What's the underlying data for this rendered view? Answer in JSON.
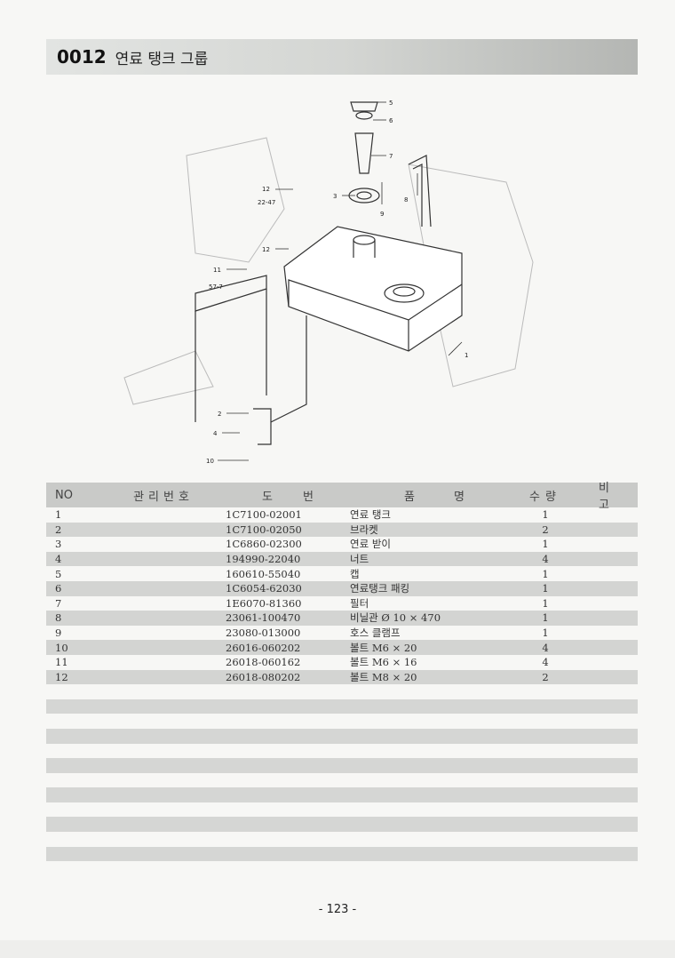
{
  "header": {
    "code": "0012",
    "title": "연료 탱크 그룹"
  },
  "diagram": {
    "callouts": [
      "1",
      "2",
      "3",
      "4",
      "5",
      "6",
      "7",
      "8",
      "9",
      "10",
      "11",
      "12",
      "12",
      "22-47",
      "57-7"
    ]
  },
  "table": {
    "columns": [
      "NO",
      "관리번호",
      "도 번",
      "품 명",
      "수량",
      "비 고"
    ],
    "rows": [
      {
        "no": "1",
        "mgmt": "",
        "drawing": "1C7100-02001",
        "name": "연료 탱크",
        "qty": "1",
        "remark": ""
      },
      {
        "no": "2",
        "mgmt": "",
        "drawing": "1C7100-02050",
        "name": "브라켓",
        "qty": "2",
        "remark": ""
      },
      {
        "no": "3",
        "mgmt": "",
        "drawing": "1C6860-02300",
        "name": "연료 받이",
        "qty": "1",
        "remark": ""
      },
      {
        "no": "4",
        "mgmt": "",
        "drawing": "194990-22040",
        "name": "너트",
        "qty": "4",
        "remark": ""
      },
      {
        "no": "5",
        "mgmt": "",
        "drawing": "160610-55040",
        "name": "캡",
        "qty": "1",
        "remark": ""
      },
      {
        "no": "6",
        "mgmt": "",
        "drawing": "1C6054-62030",
        "name": "연료탱크 패킹",
        "qty": "1",
        "remark": ""
      },
      {
        "no": "7",
        "mgmt": "",
        "drawing": "1E6070-81360",
        "name": "필터",
        "qty": "1",
        "remark": ""
      },
      {
        "no": "8",
        "mgmt": "",
        "drawing": "23061-100470",
        "name": "비닐관 Ø 10 × 470",
        "qty": "1",
        "remark": ""
      },
      {
        "no": "9",
        "mgmt": "",
        "drawing": "23080-013000",
        "name": "호스 클램프",
        "qty": "1",
        "remark": ""
      },
      {
        "no": "10",
        "mgmt": "",
        "drawing": "26016-060202",
        "name": "볼트 M6 × 20",
        "qty": "4",
        "remark": ""
      },
      {
        "no": "11",
        "mgmt": "",
        "drawing": "26018-060162",
        "name": "볼트 M6 × 16",
        "qty": "4",
        "remark": ""
      },
      {
        "no": "12",
        "mgmt": "",
        "drawing": "26018-080202",
        "name": "볼트 M8 × 20",
        "qty": "2",
        "remark": ""
      }
    ]
  },
  "footer": {
    "page": "- 123 -"
  }
}
